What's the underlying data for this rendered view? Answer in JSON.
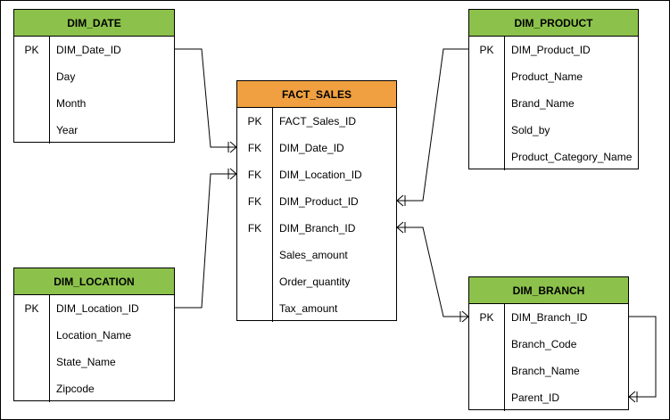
{
  "colors": {
    "dimension_header": "#8cc24b",
    "fact_header": "#f0a040",
    "line": "#000000"
  },
  "entities": {
    "dim_date": {
      "title": "DIM_DATE",
      "rows": [
        {
          "key": "PK",
          "field": "DIM_Date_ID"
        },
        {
          "key": "",
          "field": "Day"
        },
        {
          "key": "",
          "field": "Month"
        },
        {
          "key": "",
          "field": "Year"
        }
      ]
    },
    "dim_product": {
      "title": "DIM_PRODUCT",
      "rows": [
        {
          "key": "PK",
          "field": "DIM_Product_ID"
        },
        {
          "key": "",
          "field": "Product_Name"
        },
        {
          "key": "",
          "field": "Brand_Name"
        },
        {
          "key": "",
          "field": "Sold_by"
        },
        {
          "key": "",
          "field": "Product_Category_Name"
        }
      ]
    },
    "fact_sales": {
      "title": "FACT_SALES",
      "rows": [
        {
          "key": "PK",
          "field": "FACT_Sales_ID"
        },
        {
          "key": "FK",
          "field": "DIM_Date_ID"
        },
        {
          "key": "FK",
          "field": "DIM_Location_ID"
        },
        {
          "key": "FK",
          "field": "DIM_Product_ID"
        },
        {
          "key": "FK",
          "field": "DIM_Branch_ID"
        },
        {
          "key": "",
          "field": "Sales_amount"
        },
        {
          "key": "",
          "field": "Order_quantity"
        },
        {
          "key": "",
          "field": "Tax_amount"
        }
      ]
    },
    "dim_location": {
      "title": "DIM_LOCATION",
      "rows": [
        {
          "key": "PK",
          "field": "DIM_Location_ID"
        },
        {
          "key": "",
          "field": "Location_Name"
        },
        {
          "key": "",
          "field": "State_Name"
        },
        {
          "key": "",
          "field": "Zipcode"
        }
      ]
    },
    "dim_branch": {
      "title": "DIM_BRANCH",
      "rows": [
        {
          "key": "PK",
          "field": "DIM_Branch_ID"
        },
        {
          "key": "",
          "field": "Branch_Code"
        },
        {
          "key": "",
          "field": "Branch_Name"
        },
        {
          "key": "",
          "field": "Parent_ID"
        }
      ]
    }
  },
  "relationships": [
    {
      "from": "dim_date.DIM_Date_ID",
      "to": "fact_sales.DIM_Date_ID",
      "cardinality": "one-to-many"
    },
    {
      "from": "dim_location.DIM_Location_ID",
      "to": "fact_sales.DIM_Location_ID",
      "cardinality": "one-to-many"
    },
    {
      "from": "dim_product.DIM_Product_ID",
      "to": "fact_sales.DIM_Product_ID",
      "cardinality": "one-to-many"
    },
    {
      "from": "fact_sales.DIM_Branch_ID",
      "to": "dim_branch.DIM_Branch_ID",
      "cardinality": "many-to-many"
    },
    {
      "from": "dim_branch.DIM_Branch_ID",
      "to": "dim_branch.Parent_ID",
      "cardinality": "one-to-many"
    }
  ]
}
